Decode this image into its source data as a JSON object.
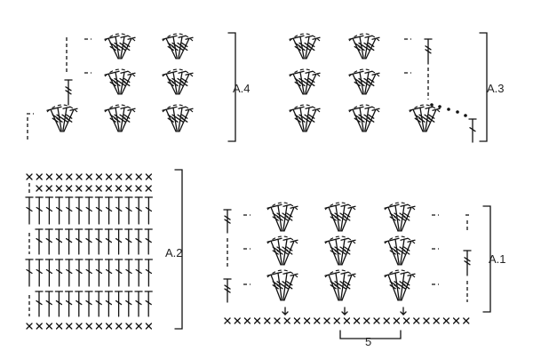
{
  "diagrams": [
    {
      "id": "a4",
      "label": "A.4"
    },
    {
      "id": "a3",
      "label": "A.3"
    },
    {
      "id": "a2",
      "label": "A.2"
    },
    {
      "id": "a1",
      "label": "A.1"
    }
  ],
  "repeat_label": "5",
  "colors": {
    "ink": "#111111",
    "background": "#ffffff"
  },
  "symbol_legend": [
    "treble-crochet",
    "chain-stitch",
    "double-crochet",
    "fan-of-trebles",
    "arrow-down-icon"
  ]
}
